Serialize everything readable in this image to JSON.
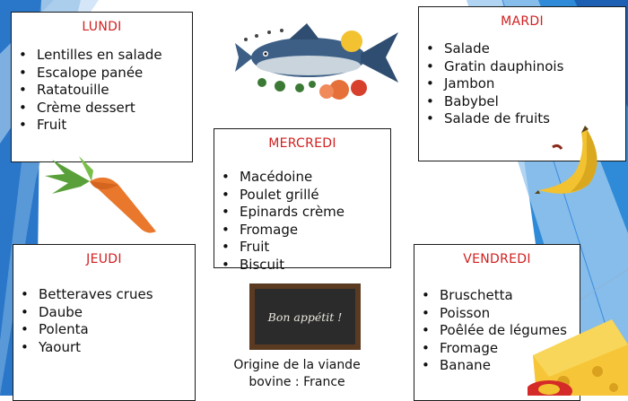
{
  "days": {
    "lundi": {
      "title": "LUNDI",
      "items": [
        "Lentilles en salade",
        "Escalope panée",
        "Ratatouille",
        "Crème dessert",
        "Fruit"
      ]
    },
    "mardi": {
      "title": "MARDI",
      "items": [
        "Salade",
        "Gratin dauphinois",
        "Jambon",
        "Babybel",
        "Salade de fruits"
      ]
    },
    "mercredi": {
      "title": "MERCREDI",
      "items": [
        "Macédoine",
        "Poulet grillé",
        "Epinards crème",
        "Fromage",
        "Fruit",
        "Biscuit"
      ]
    },
    "jeudi": {
      "title": "JEUDI",
      "items": [
        "Betteraves crues",
        "Daube",
        "Polenta",
        "Yaourt"
      ]
    },
    "vendredi": {
      "title": "VENDREDI",
      "items": [
        "Bruschetta",
        "Poisson",
        "Poêlée de légumes",
        "Fromage",
        "Banane"
      ]
    }
  },
  "chalkboard": {
    "text": "Bon appétit !"
  },
  "origin": {
    "line1": "Origine de la viande",
    "line2": "bovine : France"
  },
  "colors": {
    "day_title": "#d11f1f",
    "background_blue": "#2a7fd0",
    "background_light": "#9cc9ef"
  },
  "illustrations": [
    "fish-icon",
    "carrot-icon",
    "banana-icon",
    "cheese-icon"
  ]
}
